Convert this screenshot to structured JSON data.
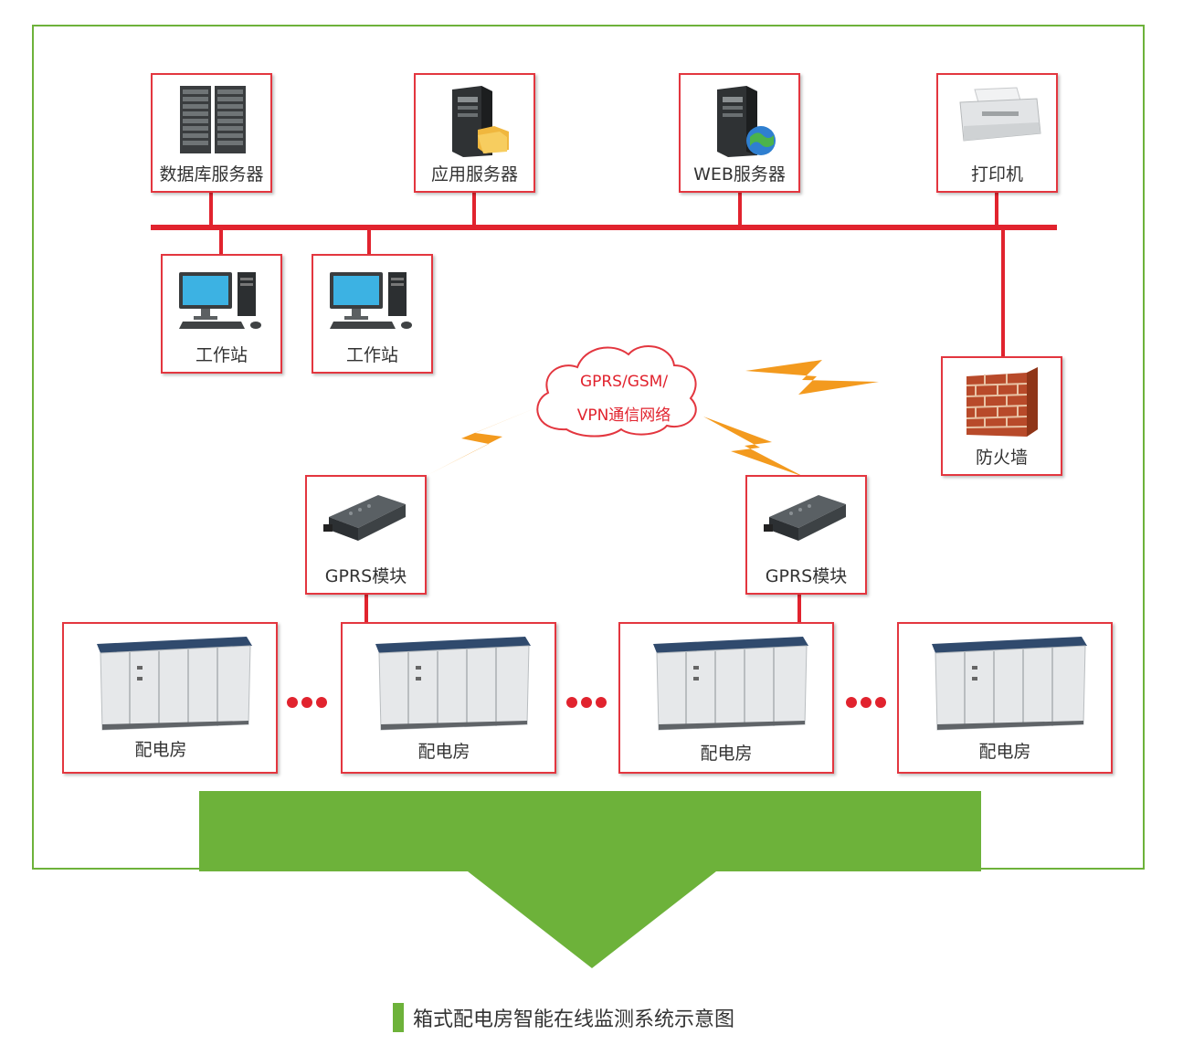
{
  "servers": [
    {
      "label": "数据库服务器",
      "icon": "database-server-icon"
    },
    {
      "label": "应用服务器",
      "icon": "application-server-icon"
    },
    {
      "label": "WEB服务器",
      "icon": "web-server-icon"
    },
    {
      "label": "打印机",
      "icon": "printer-icon"
    }
  ],
  "workstations": [
    {
      "label": "工作站",
      "icon": "workstation-icon"
    },
    {
      "label": "工作站",
      "icon": "workstation-icon"
    }
  ],
  "firewall": {
    "label": "防火墙",
    "icon": "firewall-icon"
  },
  "cloud": {
    "line1": "GPRS/GSM/",
    "line2": "VPN通信网络"
  },
  "gprs_modules": [
    {
      "label": "GPRS模块",
      "icon": "gprs-module-icon"
    },
    {
      "label": "GPRS模块",
      "icon": "gprs-module-icon"
    }
  ],
  "rooms": [
    {
      "label": "配电房",
      "icon": "substation-cabinet-icon"
    },
    {
      "label": "配电房",
      "icon": "substation-cabinet-icon"
    },
    {
      "label": "配电房",
      "icon": "substation-cabinet-icon"
    },
    {
      "label": "配电房",
      "icon": "substation-cabinet-icon"
    }
  ],
  "caption": "箱式配电房智能在线监测系统示意图",
  "colors": {
    "frame": "#6db23a",
    "link": "#e1232e",
    "bolt": "#f39a1e",
    "arrow": "#6db23a"
  }
}
